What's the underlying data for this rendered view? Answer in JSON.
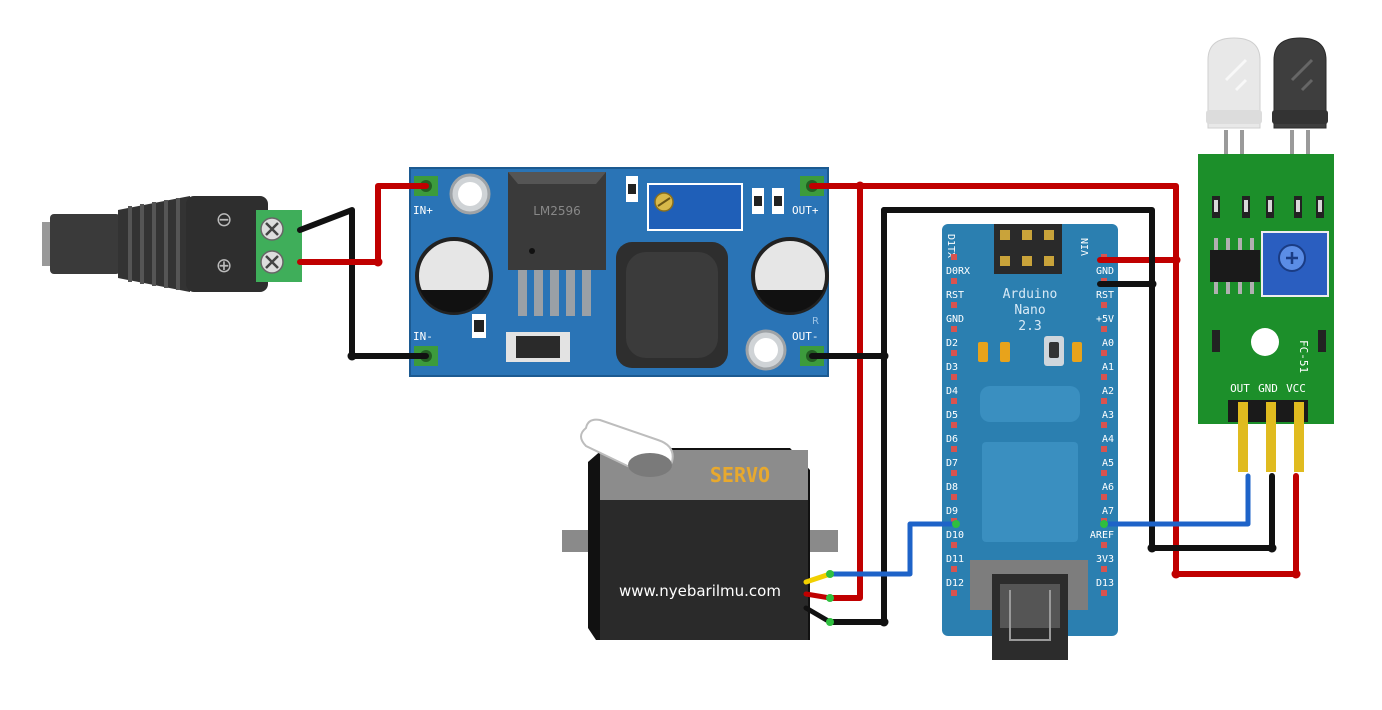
{
  "buck": {
    "chip_label": "LM2596",
    "in_plus": "IN+",
    "in_minus": "IN-",
    "out_plus": "OUT+",
    "out_minus": "OUT-",
    "mark": "R"
  },
  "nano": {
    "title_line1": "Arduino",
    "title_line2": "Nano",
    "title_line3": "2.3",
    "left_pins": [
      "D1TX",
      "D0RX",
      "RST",
      "GND",
      "D2",
      "D3",
      "D4",
      "D5",
      "D6",
      "D7",
      "D8",
      "D9",
      "D10",
      "D11",
      "D12"
    ],
    "right_pins": [
      "VIN",
      "GND",
      "RST",
      "+5V",
      "A0",
      "A1",
      "A2",
      "A3",
      "A4",
      "A5",
      "A6",
      "A7",
      "AREF",
      "3V3",
      "D13"
    ]
  },
  "servo": {
    "brand": "SERVO",
    "website": "www.nyebarilmu.com"
  },
  "sensor": {
    "model": "FC-51",
    "pin_out": "OUT",
    "pin_gnd": "GND",
    "pin_vcc": "VCC"
  },
  "dc_jack": {
    "minus_symbol": "⊖",
    "plus_symbol": "⊕"
  },
  "colors": {
    "wire_red": "#c00000",
    "wire_black": "#111111",
    "wire_blue": "#1e63c8",
    "wire_yellow": "#f2d000",
    "board_blue": "#2a74b6",
    "nano_blue": "#2b7fb0",
    "sensor_green": "#1c8f2a",
    "servo_body": "#2a2a2a"
  }
}
